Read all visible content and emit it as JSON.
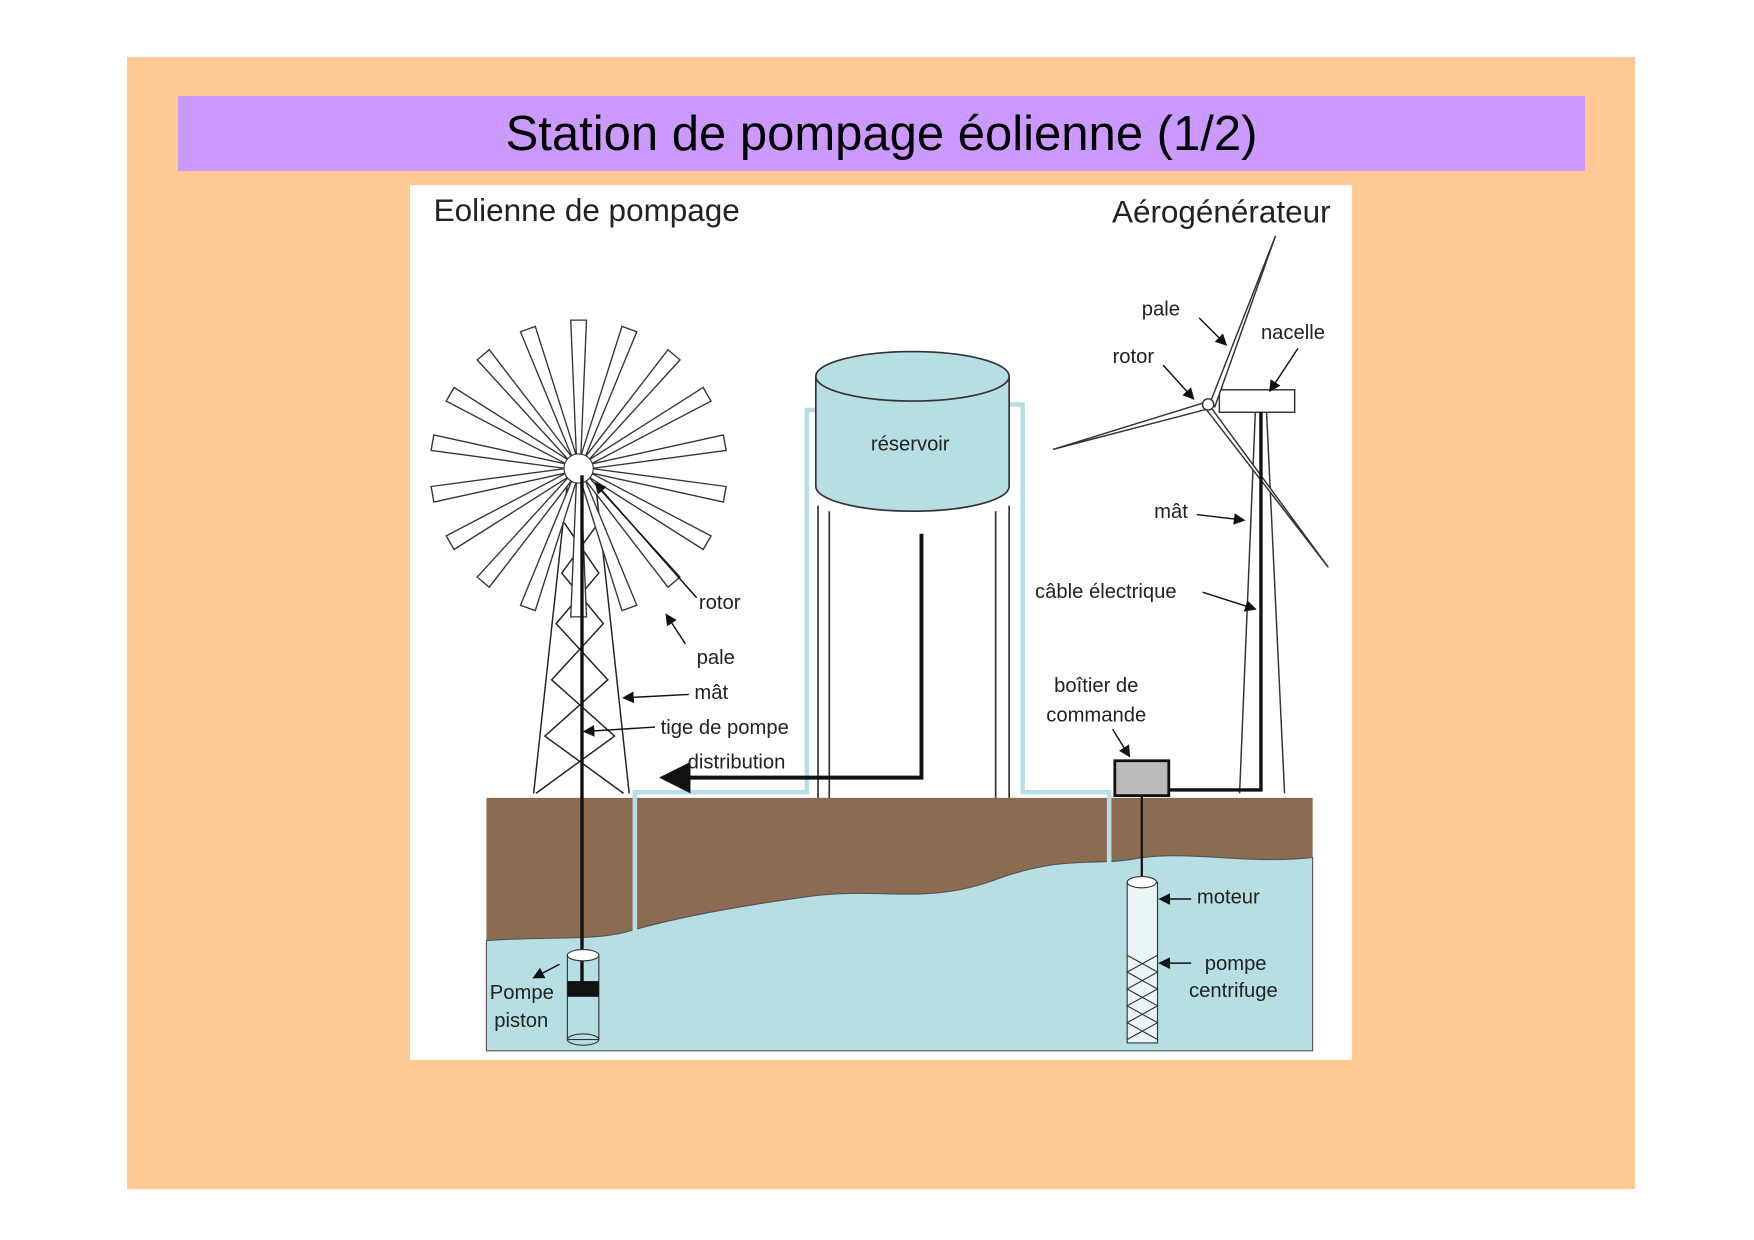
{
  "slide": {
    "title": "Station de pompage éolienne (1/2)"
  },
  "diagram": {
    "left_title": "Eolienne de pompage",
    "right_title": "Aérogénérateur",
    "labels": {
      "rotor_left": "rotor",
      "pale_left": "pale",
      "mat_left": "mât",
      "tige": "tige de pompe",
      "distribution": "distribution",
      "reservoir": "réservoir",
      "pompe_piston_1": "Pompe",
      "pompe_piston_2": "piston",
      "pale_right": "pale",
      "nacelle": "nacelle",
      "rotor_right": "rotor",
      "mat_right": "mât",
      "cable": "câble électrique",
      "boitier_1": "boîtier de",
      "boitier_2": "commande",
      "moteur": "moteur",
      "pompe_c_1": "pompe",
      "pompe_c_2": "centrifuge"
    }
  }
}
